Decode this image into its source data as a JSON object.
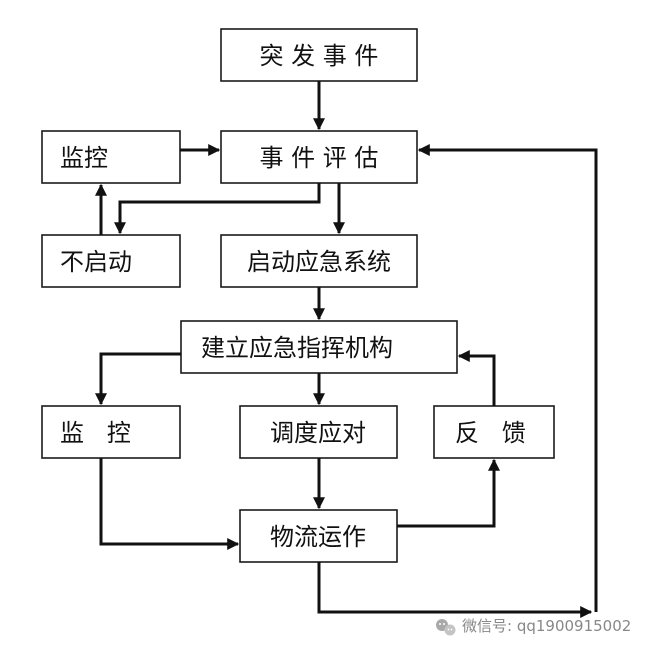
{
  "nodes": {
    "emergency_event": "突 发 事 件",
    "event_assessment": "事 件 评 估",
    "monitor_top": "监控",
    "not_activated": "不启动",
    "activate_system": "启动应急系统",
    "command_org": "建立应急指挥机构",
    "monitor_bottom": "监   控",
    "dispatch": "调度应对",
    "feedback": "反   馈",
    "logistics": "物流运作"
  },
  "watermark": {
    "text": "微信号: qq1900915002",
    "icon": "wechat-icon"
  },
  "colors": {
    "line": "#111111",
    "box_border": "#1a1a1a",
    "watermark": "#888888"
  }
}
